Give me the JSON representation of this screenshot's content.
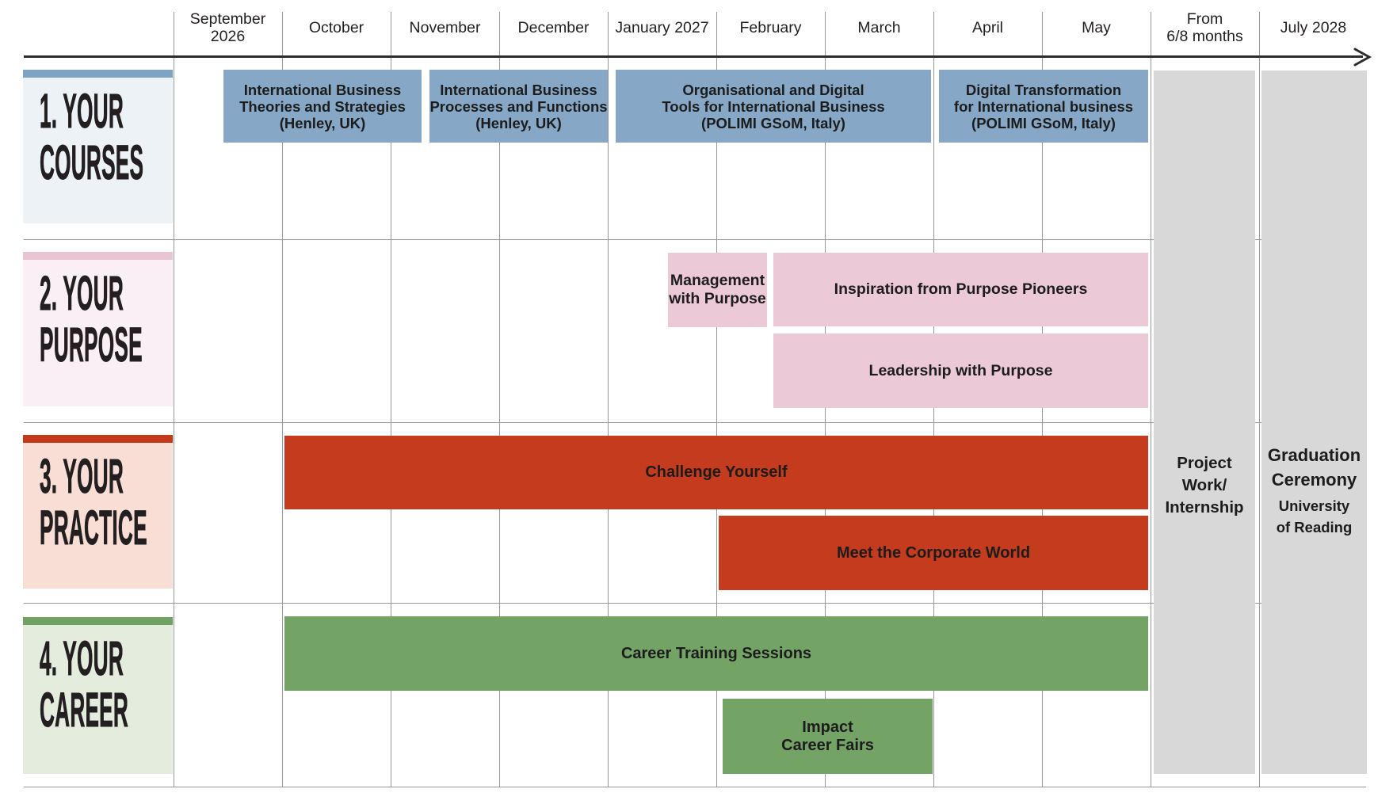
{
  "header": {
    "months": [
      {
        "label": "September 2026"
      },
      {
        "label": "October"
      },
      {
        "label": "November"
      },
      {
        "label": "December"
      },
      {
        "label": "January 2027"
      },
      {
        "label": "February"
      },
      {
        "label": "March"
      },
      {
        "label": "April"
      },
      {
        "label": "May"
      },
      {
        "label": "From\n6/8 months"
      },
      {
        "label": "July 2028"
      }
    ]
  },
  "rows": [
    {
      "label": "1. YOUR\nCOURSES"
    },
    {
      "label": "2. YOUR\nPURPOSE"
    },
    {
      "label": "3. YOUR\nPRACTICE"
    },
    {
      "label": "4. YOUR\nCAREER"
    }
  ],
  "bars": {
    "courses": [
      {
        "label": "International Business\nTheories and Strategies\n(Henley, UK)"
      },
      {
        "label": "International Business\nProcesses and Functions\n(Henley, UK)"
      },
      {
        "label": "Organisational and Digital\nTools for International Business\n(POLIMI GSoM, Italy)"
      },
      {
        "label": "Digital Transformation\nfor International business\n(POLIMI GSoM, Italy)"
      }
    ],
    "purpose": [
      {
        "label": "Management\nwith Purpose"
      },
      {
        "label": "Inspiration from Purpose Pioneers"
      },
      {
        "label": "Leadership with Purpose"
      }
    ],
    "practice": [
      {
        "label": "Challenge Yourself"
      },
      {
        "label": "Meet the Corporate World"
      }
    ],
    "career": [
      {
        "label": "Career Training Sessions"
      },
      {
        "label": "Impact\nCareer Fairs"
      }
    ]
  },
  "milestones": {
    "project_work": {
      "label": "Project\nWork/\nInternship"
    },
    "graduation": {
      "title": "Graduation\nCeremony",
      "subtitle": "University\nof Reading"
    }
  },
  "colors": {
    "courses_bar": "#86a8c6",
    "purpose_bar": "#ecc9d6",
    "practice_bar": "#c43b1d",
    "career_bar": "#74a366",
    "final_phase_column": "#d8d8d8",
    "grid_line": "#979797",
    "axis_line": "#2d2d2d",
    "text": "#231f20"
  },
  "chart_data": {
    "type": "bar",
    "variant": "gantt-timeline",
    "title": "Programme timeline: courses, purpose, practice and career streams from September 2026 to July 2028",
    "x_axis": {
      "unit": "month columns",
      "labels": [
        "September 2026",
        "October",
        "November",
        "December",
        "January 2027",
        "February",
        "March",
        "April",
        "May",
        "From 6/8 months",
        "July 2028"
      ],
      "arrow_right": true
    },
    "month_index_scale": "numeric start/end in month units; 0 = start of September 2026, 9 = end of May 2027",
    "rows": [
      {
        "category": "1. Your Courses",
        "color": "#86a8c6",
        "bars": [
          {
            "label": "International Business Theories and Strategies (Henley, UK)",
            "start": 0.45,
            "end": 2.3
          },
          {
            "label": "International Business Processes and Functions (Henley, UK)",
            "start": 2.35,
            "end": 4.0
          },
          {
            "label": "Organisational and Digital Tools for International Business (POLIMI GSoM, Italy)",
            "start": 4.1,
            "end": 7.0
          },
          {
            "label": "Digital Transformation for International business (POLIMI GSoM, Italy)",
            "start": 7.05,
            "end": 9.0
          }
        ]
      },
      {
        "category": "2. Your Purpose",
        "color": "#ecc9d6",
        "bars": [
          {
            "label": "Management with Purpose",
            "start": 4.55,
            "end": 5.45
          },
          {
            "label": "Inspiration from Purpose Pioneers",
            "start": 5.5,
            "end": 9.0
          },
          {
            "label": "Leadership with Purpose",
            "start": 5.5,
            "end": 9.0
          }
        ]
      },
      {
        "category": "3. Your Practice",
        "color": "#c43b1d",
        "bars": [
          {
            "label": "Challenge Yourself",
            "start": 1.0,
            "end": 9.0
          },
          {
            "label": "Meet the Corporate World",
            "start": 5.0,
            "end": 9.0
          }
        ]
      },
      {
        "category": "4. Your Career",
        "color": "#74a366",
        "bars": [
          {
            "label": "Career Training Sessions",
            "start": 1.0,
            "end": 9.0
          },
          {
            "label": "Impact Career Fairs",
            "start": 5.05,
            "end": 7.0
          }
        ]
      }
    ],
    "milestones": [
      {
        "label": "Project Work/Internship",
        "column": "From 6/8 months"
      },
      {
        "label": "Graduation Ceremony — University of Reading",
        "column": "July 2028"
      }
    ]
  }
}
